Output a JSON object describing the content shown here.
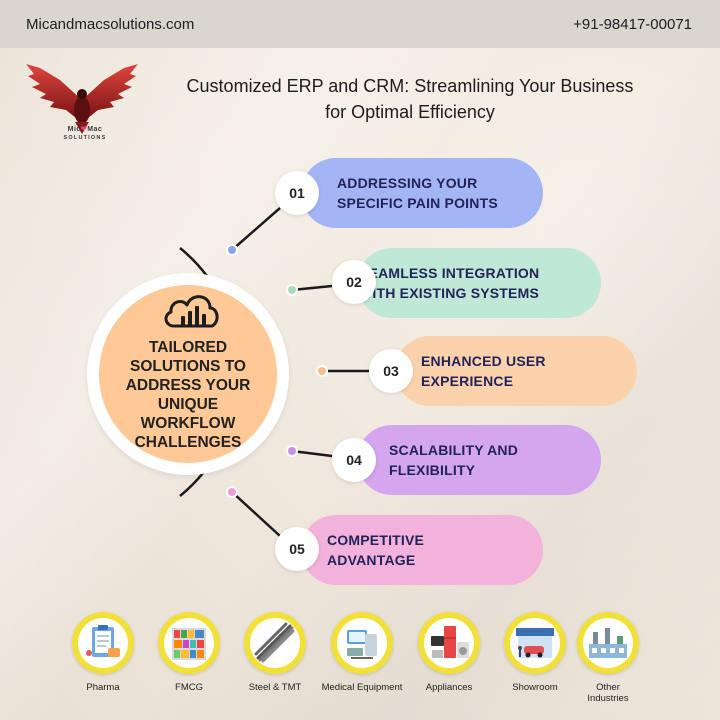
{
  "header": {
    "website": "Micandmacsolutions.com",
    "phone": "+91-98417-00071"
  },
  "logo": {
    "line1_a": "Mic",
    "line1_b": "Mac",
    "line2": "SOLUTIONS"
  },
  "title": {
    "line1": "Customized ERP and CRM: Streamlining Your Business",
    "line2": "for Optimal Efficiency"
  },
  "hub": {
    "icon": "cloud-bar-chart-icon",
    "text": "Tailored Solutions to Address Your Unique Workflow Challenges",
    "color": "#ffc897"
  },
  "items": [
    {
      "num": "01",
      "line1": "Addressing Your",
      "line2": "Specific Pain Points",
      "color": "#a4b5f5",
      "dot": "#8fa2e8"
    },
    {
      "num": "02",
      "line1": "Seamless Integration",
      "line2": "with Existing Systems",
      "color": "#bfe8d6",
      "dot": "#a7d9c1"
    },
    {
      "num": "03",
      "line1": "Enhanced User",
      "line2": "Experience",
      "color": "#fbd2ac",
      "dot": "#f7bf8f"
    },
    {
      "num": "04",
      "line1": "Scalability and",
      "line2": "Flexibility",
      "color": "#d4a6ee",
      "dot": "#c690e6"
    },
    {
      "num": "05",
      "line1": "Competitive",
      "line2": "Advantage",
      "color": "#f2b2dc",
      "dot": "#ed9fd2"
    }
  ],
  "industries": [
    {
      "label": "Pharma",
      "icon": "clipboard-pills-icon"
    },
    {
      "label": "FMCG",
      "icon": "grocery-shelf-icon"
    },
    {
      "label": "Steel & TMT",
      "icon": "steel-bars-icon"
    },
    {
      "label": "Medical Equipment",
      "icon": "medical-scanner-icon"
    },
    {
      "label": "Appliances",
      "icon": "home-appliances-icon"
    },
    {
      "label": "Showroom",
      "icon": "car-showroom-icon"
    },
    {
      "label": "Other Industries",
      "icon": "factory-icon"
    }
  ],
  "accent": {
    "ring": "#f2e03a",
    "text": "#23235a"
  }
}
